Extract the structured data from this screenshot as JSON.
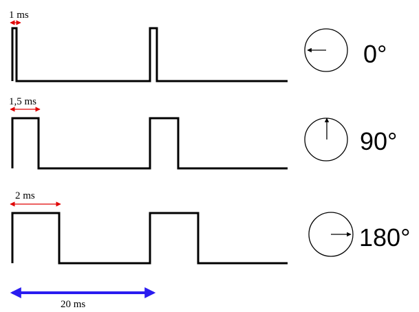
{
  "colors": {
    "signal": "#000000",
    "pulse_width_marker": "#e00000",
    "period_marker": "#2a1cf0"
  },
  "rows": [
    {
      "pulse_label": "1 ms",
      "angle_label": "0°",
      "pulse_ms": 1.0,
      "needle_direction": "left"
    },
    {
      "pulse_label": "1,5 ms",
      "angle_label": "90°",
      "pulse_ms": 1.5,
      "needle_direction": "up"
    },
    {
      "pulse_label": "2 ms",
      "angle_label": "180°",
      "pulse_ms": 2.0,
      "needle_direction": "right"
    }
  ],
  "period": {
    "label": "20 ms",
    "ms": 20
  }
}
